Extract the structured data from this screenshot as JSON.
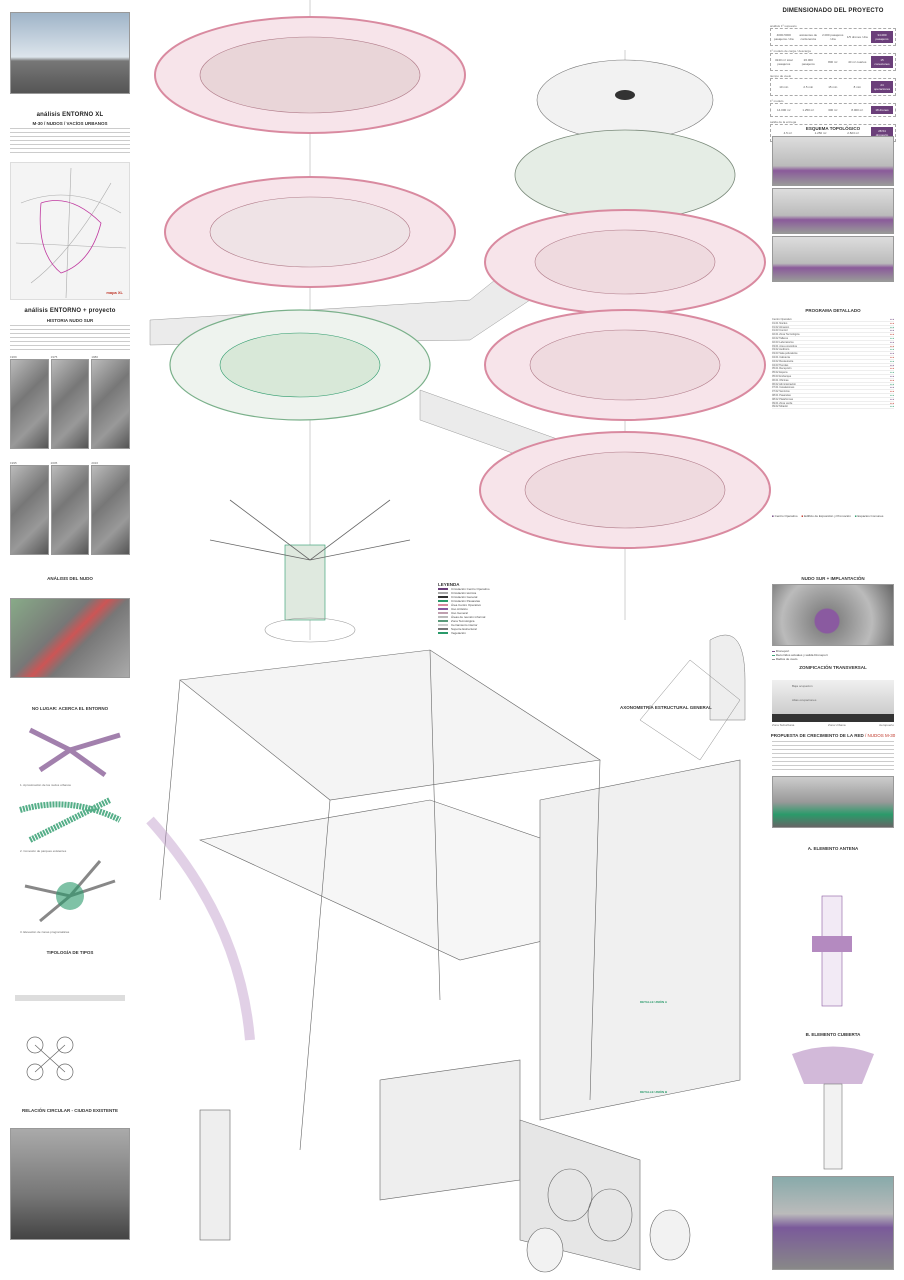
{
  "left": {
    "s1_title": "análisis ENTORNO XL",
    "s1_sub": "M-30 / NUDOS / VACÍOS URBANOS",
    "map_label": "mapa XL",
    "s2_title": "análisis ENTORNO + proyecto",
    "s2_sub": "HISTORIA NUDO SUR",
    "years": [
      "1969",
      "1975",
      "1980",
      "1995",
      "2005",
      "2016"
    ],
    "s3_title": "ANÁLISIS DEL NUDO",
    "s4_title": "NO LUGAR: ACERCA EL ENTORNO",
    "steps": [
      "1. Aproximación de los nudos urbanos",
      "2. Conexión de parques existentes",
      "3. Elevación de zonas programáticas"
    ],
    "s5_title": "TIPOLOGÍA DE TIPOS",
    "s6_title": "RELACIÓN CIRCULAR - CIUDAD EXISTENTE"
  },
  "center": {
    "legend_title": "LEYENDA",
    "legend_items": [
      "Circulación Centro Operativo",
      "Circulación técnica",
      "Circulación General",
      "Circulación Pasarelas",
      "Área Centro Operativo",
      "Uso Artístico",
      "Uso General",
      "Áreas de reunión informal",
      "Zona Tecnológica",
      "Cerramiento interior",
      "Soporte Estructural",
      "Vegetación"
    ],
    "structure_title": "AXONOMETRÍA ESTRUCTURAL GENERAL",
    "detail_a": "DETALLE UNIÓN A",
    "detail_b": "DETALLE UNIÓN B"
  },
  "right": {
    "s1_title": "DIMENSIONADO DEL PROYECTO",
    "dim_rows": [
      {
        "label": "análisis 1º supuesto",
        "cells": [
          "4000-5000 pasajeros / día",
          "asistentes de conferencia",
          "2.000 pasajeros / día",
          "1/5 drones / día"
        ],
        "result": "34.000 pasajeros"
      },
      {
        "label": "1º modelo de carga / descarga",
        "cells": [
          "3240 m² total pasajeros",
          "26.000 pasajeros",
          "800 m²",
          "40 m² cuartos"
        ],
        "result": "15 conexiones"
      },
      {
        "label": "tiempo de vuelo",
        "cells": [
          "10 min",
          "2.5 min",
          "15 min",
          "8 min"
        ],
        "result": "24 operaciones"
      },
      {
        "label": "1º modelo",
        "cells": [
          "14.000 m²",
          "1.250 m²",
          "300 m²",
          "8.000 m²"
        ],
        "result": "18 drones"
      },
      {
        "label": "salida de la entrega",
        "cells": [
          "4.5 m²",
          "1.250 m²",
          "2.823 m²"
        ],
        "result": "28.54 drones/m"
      }
    ],
    "s2_title": "ESQUEMA TOPOLÓGICO",
    "s3_title": "PROGRAMA DETALLADO",
    "program_rows": [
      "Centro Operativo",
      "01.01 Núcleo",
      "01.02 Almacén",
      "01.03 Control",
      "02.01 Zona Tecnológica",
      "02.02 Talleres",
      "02.03 Laboratorios",
      "03.01 Área expositiva",
      "03.02 Auditorio",
      "03.03 Sala polivalente",
      "04.01 Cafetería",
      "04.02 Restaurante",
      "04.03 Tiendas",
      "05.01 Recepción",
      "05.02 Espera",
      "05.03 Embarque",
      "06.01 Oficinas",
      "06.02 Administración",
      "07.01 Instalaciones",
      "07.02 Servicios",
      "08.01 Pasarelas",
      "08.02 Plataformas",
      "09.01 Zona verde",
      "09.02 Mirador"
    ],
    "program_legend": [
      "Centro Operativo",
      "Edificio de Exposición y Promoción",
      "Espacios Comunes"
    ],
    "s4_title": "NUDO SUR + IMPLANTACIÓN",
    "implant_legend": [
      "Droneport",
      "Recorridos actuales y salida Droneport",
      "Radios de vuelo"
    ],
    "s5_title": "ZONIFICACIÓN TRANSVERSAL",
    "zones": [
      "Zona Suburbana",
      "Zona Urbana",
      "Aeropuerto"
    ],
    "zone_labels": [
      "Baja ocupación",
      "Altas ocupaciones"
    ],
    "s6_title": "PROPUESTA DE CRECIMIENTO DE LA RED",
    "s6_suffix": "/ NUDOS M-30",
    "s7_title": "A. ELEMENTO ANTENA",
    "s8_title": "B. ELEMENTO CUBIERTA"
  },
  "colors": {
    "accent": "#6b3f7a",
    "green": "#2a9a6a",
    "pink": "#d98aa0",
    "red": "#c0392b"
  }
}
